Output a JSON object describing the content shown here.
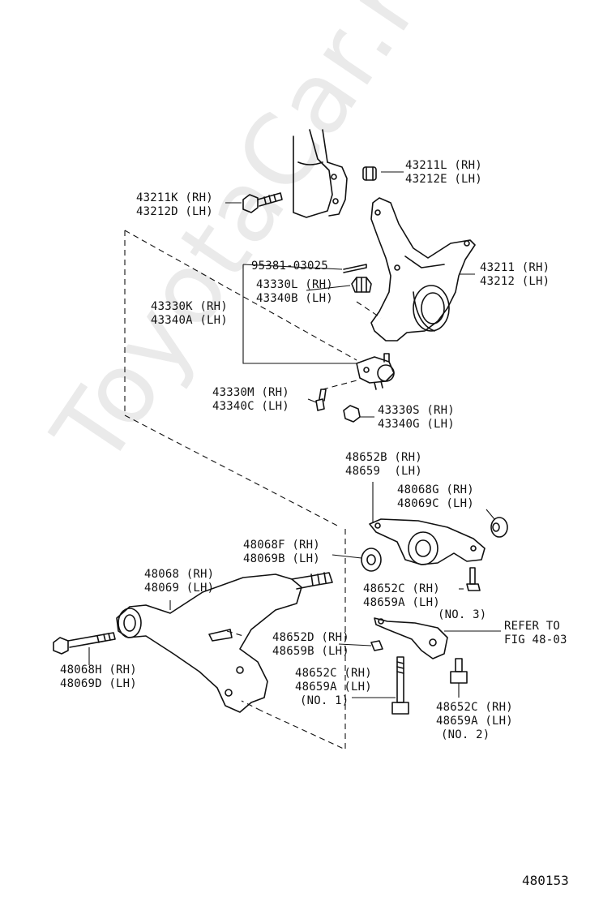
{
  "watermark": "ToyotaCar.ru",
  "figure_number": "480153",
  "callouts": [
    {
      "id": "c1",
      "line1": "43211L (RH)",
      "line2": "43212E (LH)"
    },
    {
      "id": "c2",
      "line1": "43211K (RH)",
      "line2": "43212D (LH)"
    },
    {
      "id": "c3",
      "line1": "95381-03025",
      "line2": ""
    },
    {
      "id": "c4",
      "line1": "43211 (RH)",
      "line2": "43212 (LH)"
    },
    {
      "id": "c5",
      "line1": "43330L (RH)",
      "line2": "43340B (LH)"
    },
    {
      "id": "c6",
      "line1": "43330K (RH)",
      "line2": "43340A (LH)"
    },
    {
      "id": "c7",
      "line1": "43330M (RH)",
      "line2": "43340C (LH)"
    },
    {
      "id": "c8",
      "line1": "43330S (RH)",
      "line2": "43340G (LH)"
    },
    {
      "id": "c9",
      "line1": "48652B (RH)",
      "line2": "48659  (LH)"
    },
    {
      "id": "c10",
      "line1": "48068G (RH)",
      "line2": "48069C (LH)"
    },
    {
      "id": "c11",
      "line1": "48068F (RH)",
      "line2": "48069B (LH)"
    },
    {
      "id": "c12",
      "line1": "48068 (RH)",
      "line2": "48069 (LH)"
    },
    {
      "id": "c13",
      "line1": "48652C (RH)",
      "line2": "48659A (LH)"
    },
    {
      "id": "c14",
      "line1": "(NO. 3)",
      "line2": ""
    },
    {
      "id": "c15",
      "line1": "REFER TO",
      "line2": "FIG 48-03"
    },
    {
      "id": "c16",
      "line1": "48652D (RH)",
      "line2": "48659B (LH)"
    },
    {
      "id": "c17",
      "line1": "48068H (RH)",
      "line2": "48069D (LH)"
    },
    {
      "id": "c18",
      "line1": "48652C (RH)",
      "line2": "48659A (LH)",
      "line3": "(NO. 1)"
    },
    {
      "id": "c19",
      "line1": "48652C (RH)",
      "line2": "48659A (LH)",
      "line3": "(NO. 2)"
    }
  ]
}
